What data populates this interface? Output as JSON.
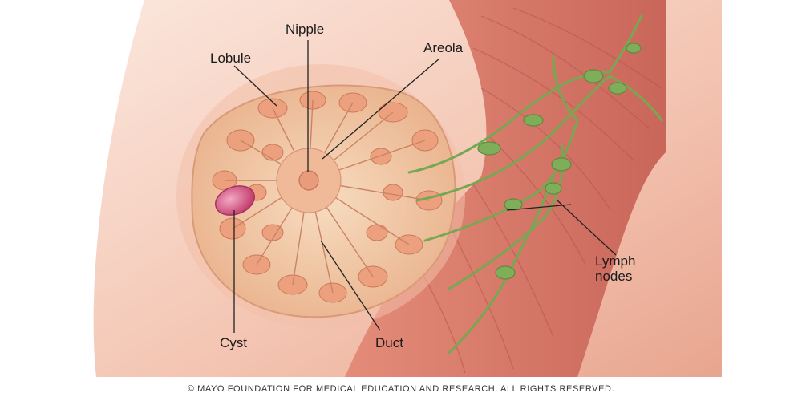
{
  "labels": {
    "nipple": "Nipple",
    "lobule": "Lobule",
    "areola": "Areola",
    "cyst": "Cyst",
    "duct": "Duct",
    "lymph_nodes": "Lymph\nnodes"
  },
  "copyright": "© MAYO FOUNDATION FOR MEDICAL EDUCATION AND RESEARCH. ALL RIGHTS RESERVED.",
  "colors": {
    "muscle": "#d97a6a",
    "muscle_dark": "#b85a4e",
    "skin": "#f6d3c4",
    "gland": "#f1c7a3",
    "lobule": "#ec9f78",
    "cyst": "#d2557f",
    "lymph": "#7fae5a",
    "leader": "#222222"
  }
}
